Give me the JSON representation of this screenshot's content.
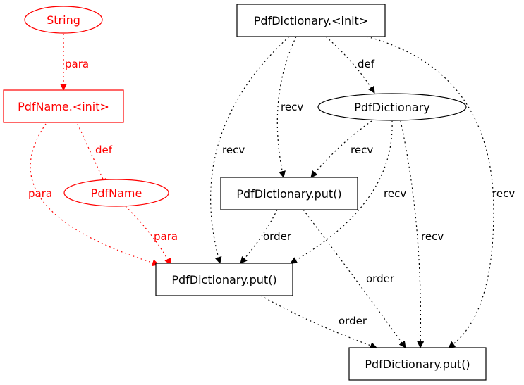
{
  "colors": {
    "default": "#000000",
    "highlight": "#ff0000"
  },
  "nodes": {
    "string": {
      "label": "String",
      "shape": "ellipse",
      "color": "highlight"
    },
    "pdfname_init": {
      "label": "PdfName.<init>",
      "shape": "box",
      "color": "highlight"
    },
    "pdfname": {
      "label": "PdfName",
      "shape": "ellipse",
      "color": "highlight"
    },
    "pdfdict_init": {
      "label": "PdfDictionary.<init>",
      "shape": "box",
      "color": "default"
    },
    "pdfdict": {
      "label": "PdfDictionary",
      "shape": "ellipse",
      "color": "default"
    },
    "put_a": {
      "label": "PdfDictionary.put()",
      "shape": "box",
      "color": "default"
    },
    "put_b": {
      "label": "PdfDictionary.put()",
      "shape": "box",
      "color": "default"
    },
    "put_c": {
      "label": "PdfDictionary.put()",
      "shape": "box",
      "color": "default"
    }
  },
  "edges": [
    {
      "id": "e1",
      "from": "string",
      "to": "pdfname_init",
      "label": "para",
      "color": "highlight"
    },
    {
      "id": "e2",
      "from": "pdfname_init",
      "to": "pdfname",
      "label": "def",
      "color": "highlight"
    },
    {
      "id": "e3",
      "from": "pdfname_init",
      "to": "put_b",
      "label": "para",
      "color": "highlight"
    },
    {
      "id": "e4",
      "from": "pdfname",
      "to": "put_b",
      "label": "para",
      "color": "highlight"
    },
    {
      "id": "e5",
      "from": "pdfdict_init",
      "to": "pdfdict",
      "label": "def",
      "color": "default"
    },
    {
      "id": "e6",
      "from": "pdfdict_init",
      "to": "put_a",
      "label": "recv",
      "color": "default"
    },
    {
      "id": "e7",
      "from": "pdfdict_init",
      "to": "put_b",
      "label": "recv",
      "color": "default"
    },
    {
      "id": "e8",
      "from": "pdfdict_init",
      "to": "put_c",
      "label": "recv",
      "color": "default"
    },
    {
      "id": "e9",
      "from": "pdfdict",
      "to": "put_a",
      "label": "recv",
      "color": "default"
    },
    {
      "id": "e10",
      "from": "pdfdict",
      "to": "put_b",
      "label": "recv",
      "color": "default"
    },
    {
      "id": "e11",
      "from": "pdfdict",
      "to": "put_c",
      "label": "recv",
      "color": "default"
    },
    {
      "id": "e12",
      "from": "put_a",
      "to": "put_b",
      "label": "order",
      "color": "default"
    },
    {
      "id": "e13",
      "from": "put_a",
      "to": "put_c",
      "label": "order",
      "color": "default"
    },
    {
      "id": "e14",
      "from": "put_b",
      "to": "put_c",
      "label": "order",
      "color": "default"
    }
  ]
}
